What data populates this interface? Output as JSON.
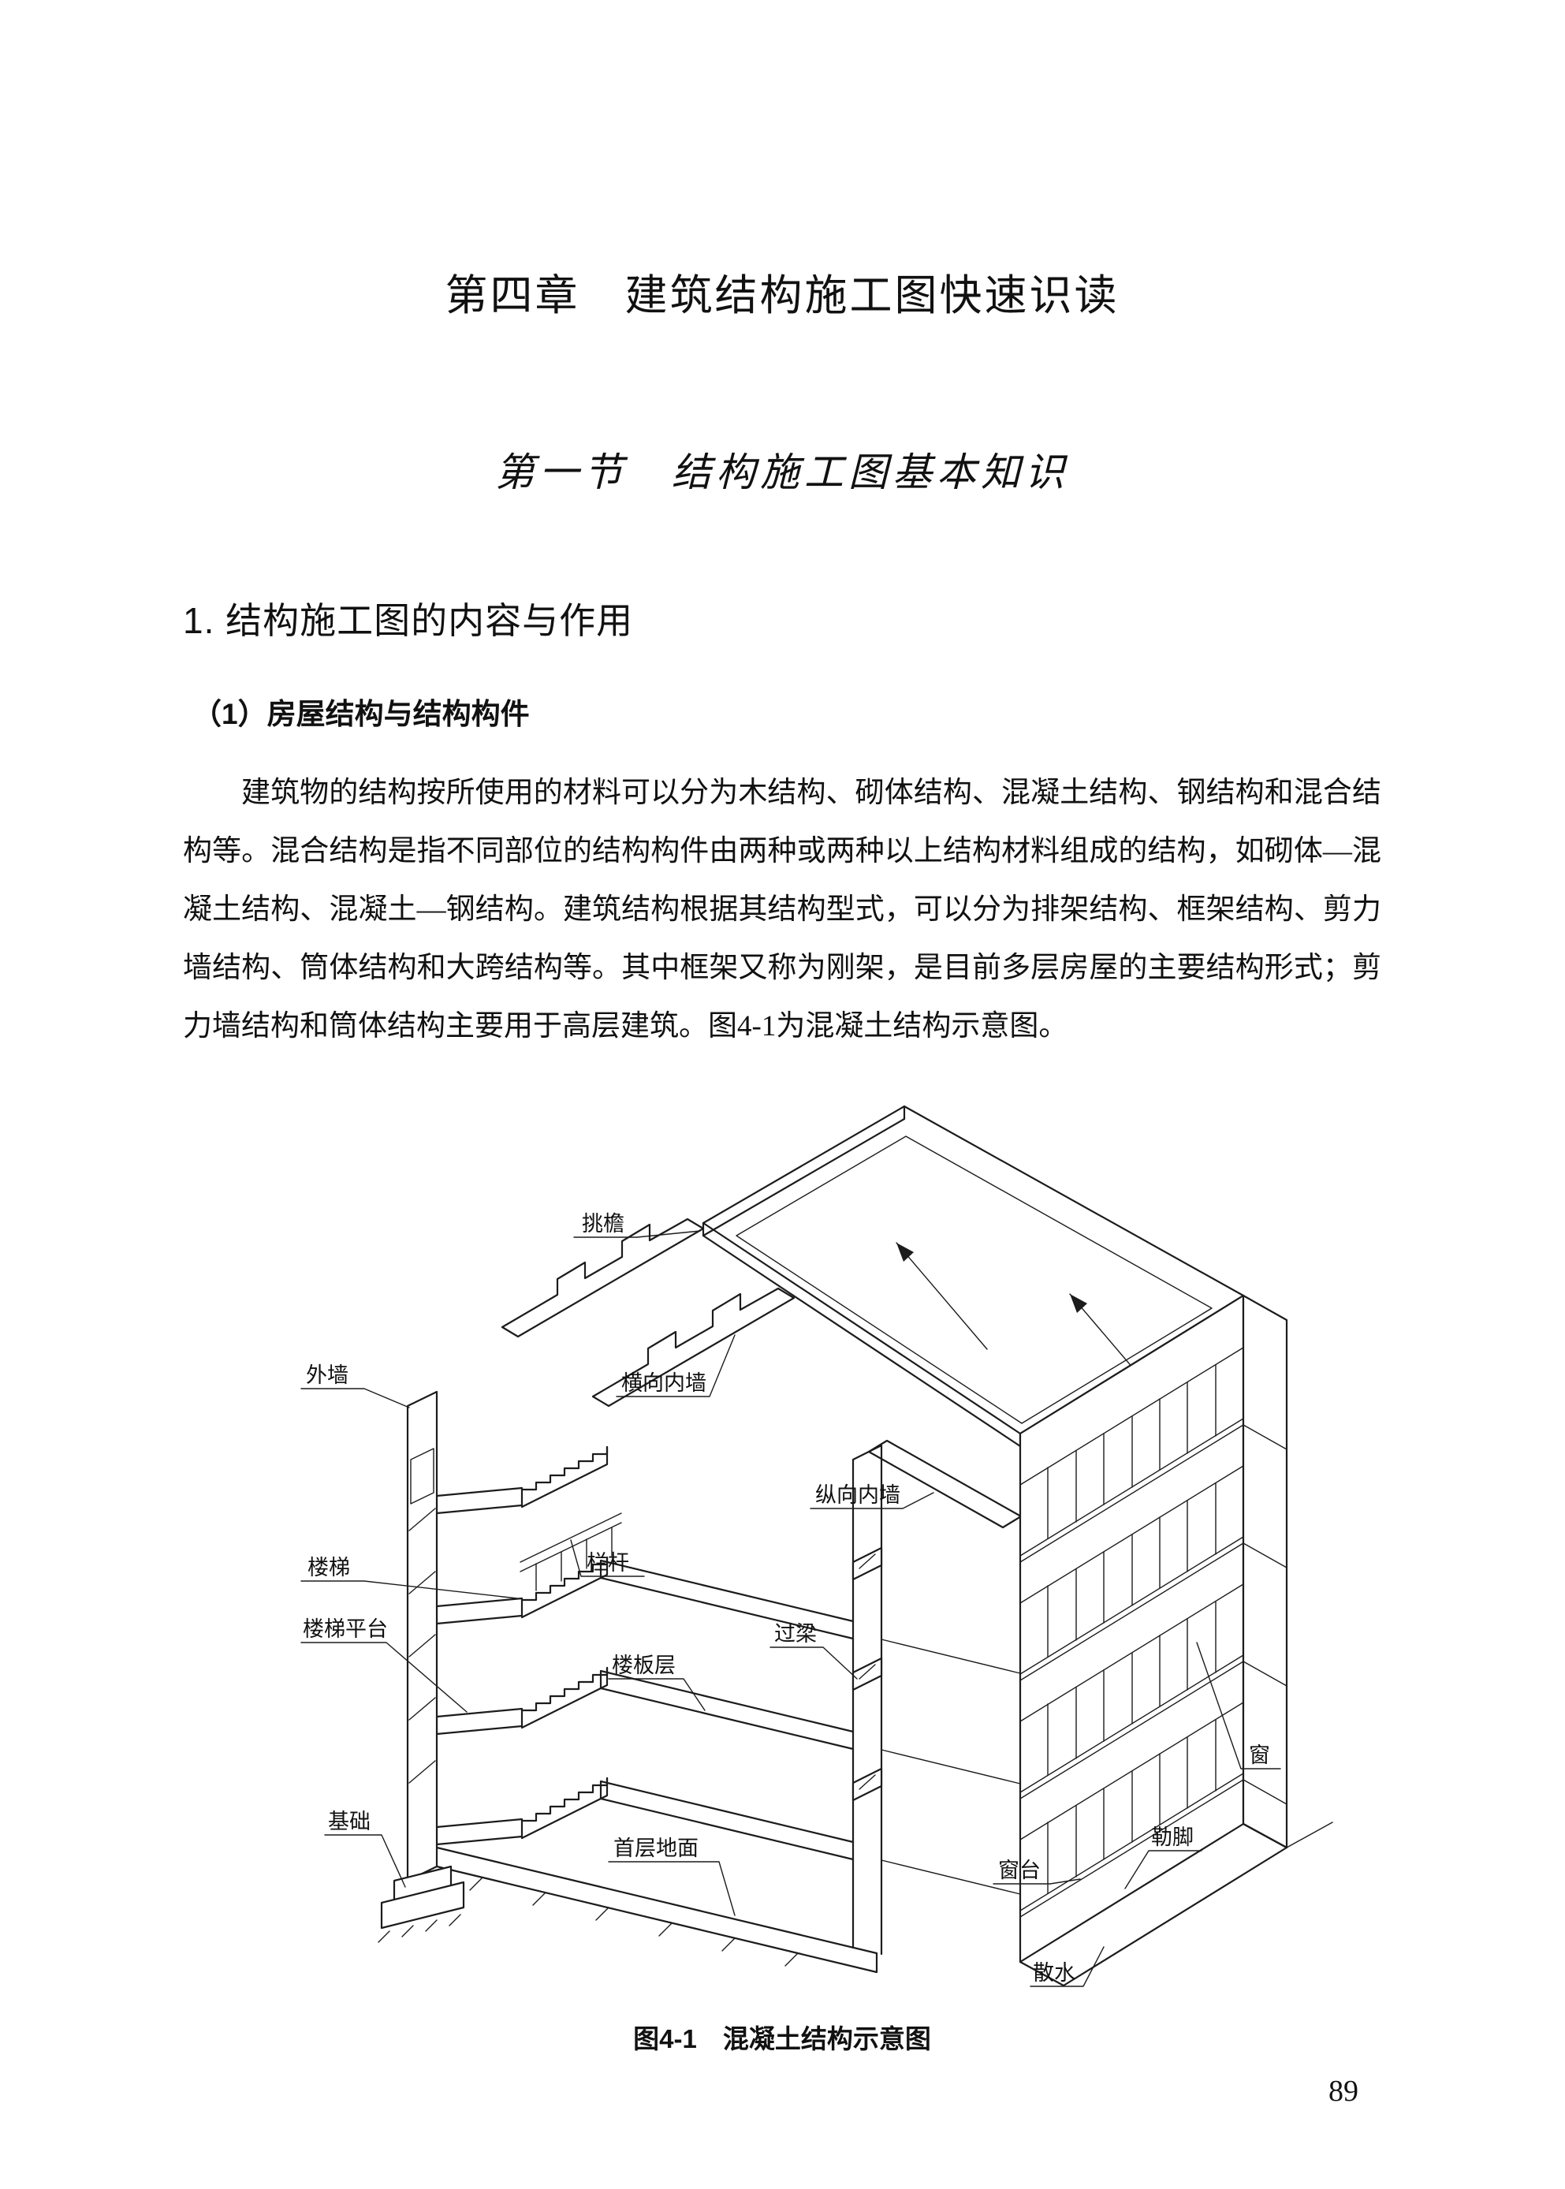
{
  "page": {
    "number": "89"
  },
  "chapter": {
    "title": "第四章　建筑结构施工图快速识读"
  },
  "section": {
    "title": "第一节　结构施工图基本知识"
  },
  "subsection": {
    "title": "1. 结构施工图的内容与作用"
  },
  "heading": {
    "title": "（1）房屋结构与结构构件"
  },
  "paragraph": {
    "text": "建筑物的结构按所使用的材料可以分为木结构、砌体结构、混凝土结构、钢结构和混合结构等。混合结构是指不同部位的结构构件由两种或两种以上结构材料组成的结构，如砌体—混凝土结构、混凝土—钢结构。建筑结构根据其结构型式，可以分为排架结构、框架结构、剪力墙结构、筒体结构和大跨结构等。其中框架又称为刚架，是目前多层房屋的主要结构形式；剪力墙结构和筒体结构主要用于高层建筑。图4-1为混凝土结构示意图。"
  },
  "figure": {
    "caption": "图4-1　混凝土结构示意图",
    "labels": {
      "eave": "挑檐",
      "exterior_wall": "外墙",
      "transverse_wall": "横向内墙",
      "longitudinal_wall": "纵向内墙",
      "stairs": "楼梯",
      "railing": "栏杆",
      "stair_landing": "楼梯平台",
      "lintel": "过梁",
      "floor_slab": "楼板层",
      "foundation": "基础",
      "ground_floor": "首层地面",
      "window": "窗",
      "plinth": "勒脚",
      "apron": "散水",
      "window_sill": "窗台"
    }
  }
}
